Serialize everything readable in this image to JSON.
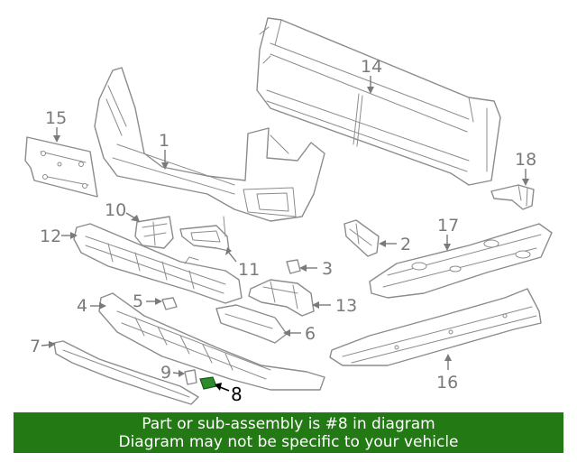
{
  "diagram": {
    "callouts": [
      {
        "id": "1",
        "label": "1"
      },
      {
        "id": "2",
        "label": "2"
      },
      {
        "id": "3",
        "label": "3"
      },
      {
        "id": "4",
        "label": "4"
      },
      {
        "id": "5",
        "label": "5"
      },
      {
        "id": "6",
        "label": "6"
      },
      {
        "id": "7",
        "label": "7"
      },
      {
        "id": "8",
        "label": "8",
        "highlighted": true
      },
      {
        "id": "9",
        "label": "9"
      },
      {
        "id": "10",
        "label": "10"
      },
      {
        "id": "11",
        "label": "11"
      },
      {
        "id": "12",
        "label": "12"
      },
      {
        "id": "13",
        "label": "13"
      },
      {
        "id": "14",
        "label": "14"
      },
      {
        "id": "15",
        "label": "15"
      },
      {
        "id": "16",
        "label": "16"
      },
      {
        "id": "17",
        "label": "17"
      },
      {
        "id": "18",
        "label": "18"
      }
    ],
    "highlight_color": "#2e8b2e"
  },
  "banner": {
    "line1": "Part or sub-assembly is #8 in diagram",
    "line2": "Diagram may not be specific to your vehicle",
    "background": "#237a14",
    "text_color": "#ffffff"
  }
}
